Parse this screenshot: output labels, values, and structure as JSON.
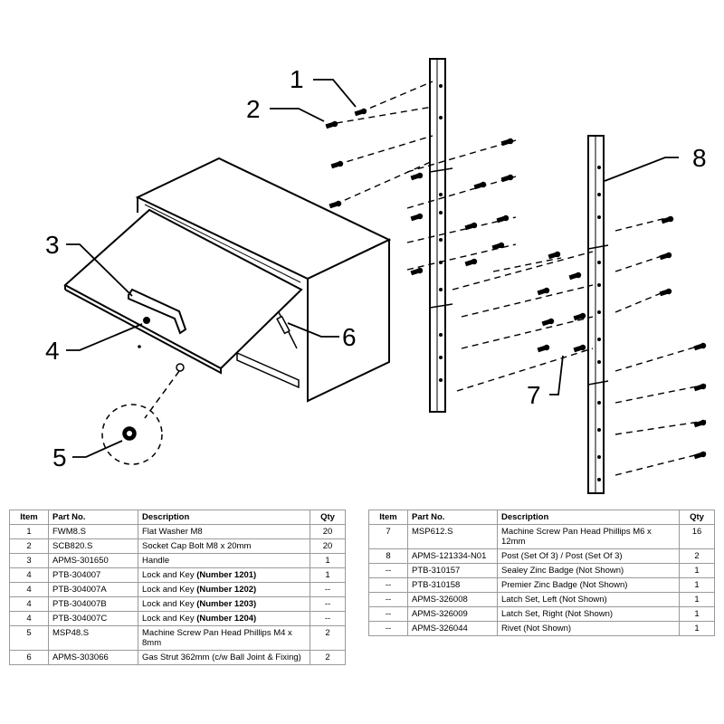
{
  "callouts": [
    "1",
    "2",
    "3",
    "4",
    "5",
    "6",
    "7",
    "8"
  ],
  "table_headers": {
    "item": "Item",
    "part_no": "Part No.",
    "description": "Description",
    "qty": "Qty"
  },
  "left_rows": [
    {
      "item": "1",
      "part_no": "FWM8.S",
      "description": "Flat Washer M8",
      "bold": "",
      "qty": "20"
    },
    {
      "item": "2",
      "part_no": "SCB820.S",
      "description": "Socket Cap Bolt M8 x 20mm",
      "bold": "",
      "qty": "20"
    },
    {
      "item": "3",
      "part_no": "APMS-301650",
      "description": "Handle",
      "bold": "",
      "qty": "1"
    },
    {
      "item": "4",
      "part_no": "PTB-304007",
      "description": "Lock and Key ",
      "bold": "(Number 1201)",
      "qty": "1"
    },
    {
      "item": "4",
      "part_no": "PTB-304007A",
      "description": "Lock and Key ",
      "bold": "(Number 1202)",
      "qty": "--"
    },
    {
      "item": "4",
      "part_no": "PTB-304007B",
      "description": "Lock and Key ",
      "bold": "(Number 1203)",
      "qty": "--"
    },
    {
      "item": "4",
      "part_no": "PTB-304007C",
      "description": "Lock and Key ",
      "bold": "(Number 1204)",
      "qty": "--"
    },
    {
      "item": "5",
      "part_no": "MSP48.S",
      "description": "Machine Screw Pan Head Phillips M4 x 8mm",
      "bold": "",
      "qty": "2"
    },
    {
      "item": "6",
      "part_no": "APMS-303066",
      "description": "Gas Strut 362mm (c/w Ball Joint & Fixing)",
      "bold": "",
      "qty": "2"
    }
  ],
  "right_rows": [
    {
      "item": "7",
      "part_no": "MSP612.S",
      "description": "Machine Screw Pan Head Phillips M6 x 12mm",
      "qty": "16"
    },
    {
      "item": "8",
      "part_no": "APMS-121334-N01",
      "description": "Post (Set Of 3) / Post (Set Of 3)",
      "qty": "2"
    },
    {
      "item": "--",
      "part_no": "PTB-310157",
      "description": "Sealey Zinc Badge (Not Shown)",
      "qty": "1"
    },
    {
      "item": "--",
      "part_no": "PTB-310158",
      "description": "Premier Zinc Badge (Not Shown)",
      "qty": "1"
    },
    {
      "item": "--",
      "part_no": "APMS-326008",
      "description": "Latch Set, Left (Not Shown)",
      "qty": "1"
    },
    {
      "item": "--",
      "part_no": "APMS-326009",
      "description": "Latch Set, Right (Not Shown)",
      "qty": "1"
    },
    {
      "item": "--",
      "part_no": "APMS-326044",
      "description": "Rivet (Not Shown)",
      "qty": "1"
    }
  ]
}
